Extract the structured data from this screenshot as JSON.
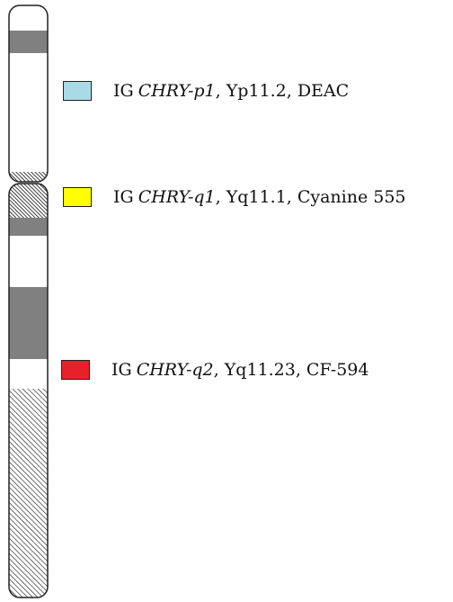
{
  "chromosome": {
    "bands": [
      {
        "name": "pter",
        "stain": "gneg"
      },
      {
        "name": "p-dark",
        "stain": "gpos"
      },
      {
        "name": "p-light",
        "stain": "gneg"
      },
      {
        "name": "centromere",
        "stain": "acen"
      },
      {
        "name": "q-hatch",
        "stain": "stalk"
      },
      {
        "name": "q-dark1",
        "stain": "gpos"
      },
      {
        "name": "q-light1",
        "stain": "gneg"
      },
      {
        "name": "q-dark2",
        "stain": "gpos"
      },
      {
        "name": "q-light2",
        "stain": "gneg"
      },
      {
        "name": "heterochromatin",
        "stain": "gvar"
      }
    ]
  },
  "probes": [
    {
      "prefix": "IG",
      "gene": "CHRY-p1",
      "rest": ", Yp11.2, DEAC",
      "color": "#a9dbe6"
    },
    {
      "prefix": "IG",
      "gene": "CHRY-q1",
      "rest": ", Yq11.1, Cyanine 555",
      "color": "#ffff00"
    },
    {
      "prefix": "IG",
      "gene": "CHRY-q2",
      "rest": ", Yq11.23, CF-594",
      "color": "#e8202a"
    }
  ]
}
